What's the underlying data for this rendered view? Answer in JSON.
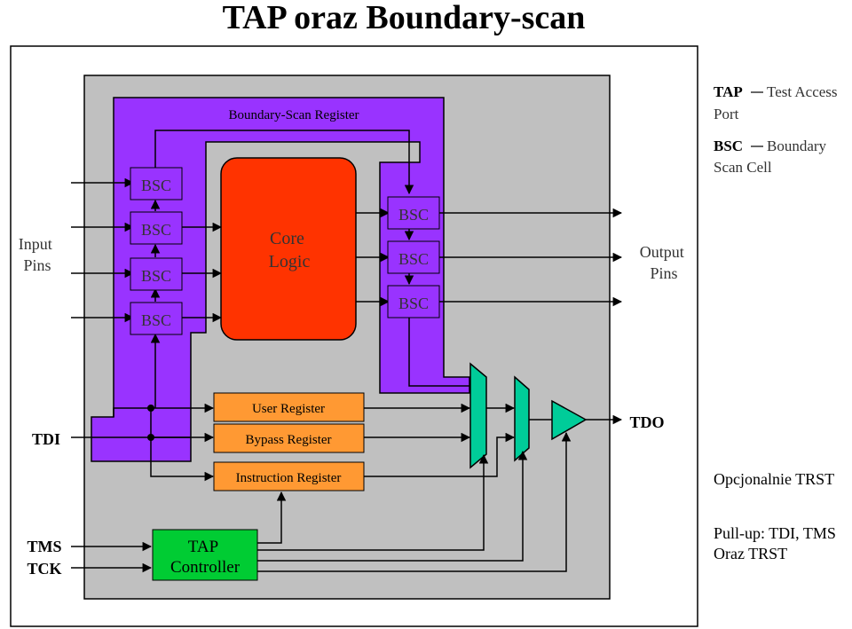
{
  "title": "TAP oraz Boundary-scan",
  "labels": {
    "boundary_scan_register": "Boundary-Scan Register",
    "input_pins": [
      "Input",
      "Pins"
    ],
    "output_pins": [
      "Output",
      "Pins"
    ],
    "core_logic": [
      "Core",
      "Logic"
    ],
    "bsc": "BSC",
    "user_register": "User Register",
    "bypass_register": "Bypass Register",
    "instruction_register": "Instruction Register",
    "tap_controller": [
      "TAP",
      "Controller"
    ],
    "tdi": "TDI",
    "tdo": "TDO",
    "tms": "TMS",
    "tck": "TCK"
  },
  "legend": {
    "tap_abbr": "TAP",
    "tap_desc": [
      "Test Access",
      "Port"
    ],
    "bsc_abbr": "BSC",
    "bsc_desc": [
      "Boundary",
      "Scan Cell"
    ]
  },
  "notes": {
    "opcjonalnie": "Opcjonalnie TRST",
    "pullup": [
      "Pull-up: TDI, TMS",
      "Oraz TRST"
    ]
  },
  "colors": {
    "chip_bg": "#c0c0c0",
    "boundary_path": "#9933ff",
    "core_logic": "#ff3300",
    "register": "#ff9933",
    "tap_controller": "#00cc33",
    "mux": "#00cc99"
  }
}
